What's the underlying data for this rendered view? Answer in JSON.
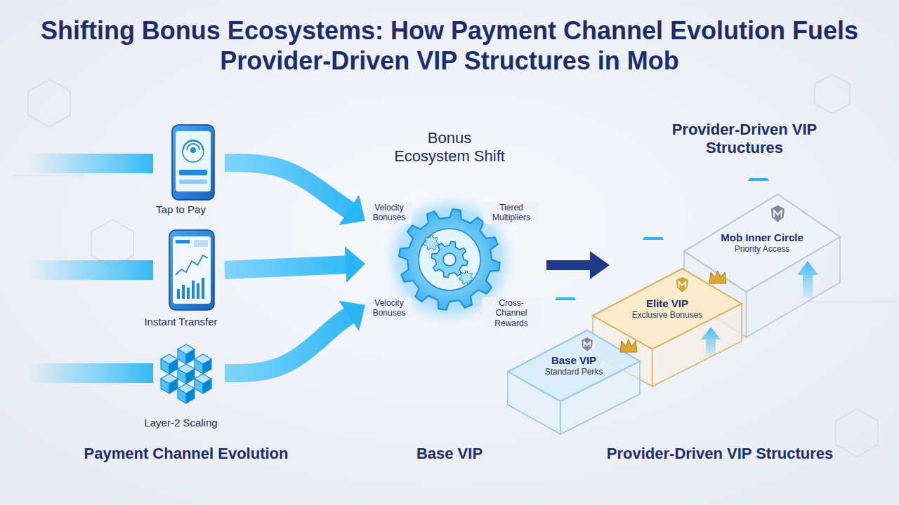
{
  "diagram": {
    "title": "Shifting Bonus Ecosystems: How Payment Channel Evolution Fuels Provider-Driven VIP Structures in Mob",
    "nodes": [
      {
        "text": [
          "Tap to Pay"
        ]
      },
      {
        "text": [
          "Instant Transfer"
        ]
      },
      {
        "text": [
          "Layer-2 Scaling"
        ]
      },
      {
        "text": [
          "Bonus Ecosystem Shift",
          "Velocity Bonuses",
          "Tiered Multipliers",
          "Velocity Bonuses",
          "Cross-Channel Rewards"
        ]
      },
      {
        "text": [
          "Base VIP",
          "Standard Perks"
        ]
      },
      {
        "text": [
          "Elite VIP",
          "Exclusive Bonuses"
        ]
      },
      {
        "text": [
          "Mob Inner Circle",
          "Priority Access"
        ]
      }
    ],
    "edges": [
      {
        "from": 0,
        "to": 3,
        "arrow": "to"
      },
      {
        "from": 1,
        "to": 3,
        "arrow": "to"
      },
      {
        "from": 2,
        "to": 3,
        "arrow": "to"
      }
    ],
    "labels": [
      "Provider-Driven VIP Structures",
      "Payment Channel Evolution",
      "Base VIP",
      "Provider-Driven VIP Structures"
    ]
  }
}
